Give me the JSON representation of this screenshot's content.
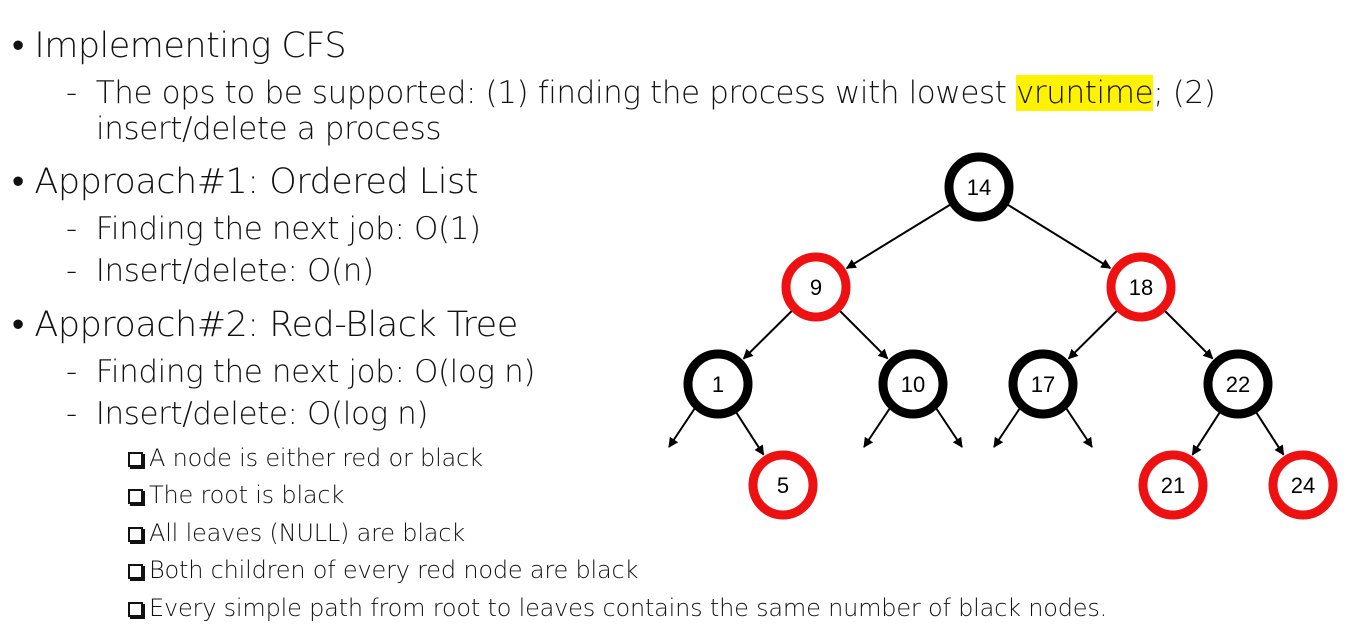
{
  "slide": {
    "b1": {
      "bullet": "•",
      "text": "Implementing CFS"
    },
    "b1s1": {
      "dash": "-",
      "pre": "The ops to be supported: (1) finding the process with lowest ",
      "hl": "vruntime",
      "post": "; (2)",
      "cont": "insert/delete a process"
    },
    "b2": {
      "bullet": "•",
      "text": "Approach#1: Ordered List"
    },
    "b2s1": {
      "dash": "-",
      "text": "Finding the next job: O(1)"
    },
    "b2s2": {
      "dash": "-",
      "text": "Insert/delete: O(n)"
    },
    "b3": {
      "bullet": "•",
      "text": "Approach#2: Red-Black Tree"
    },
    "b3s1": {
      "dash": "-",
      "text": "Finding the next job: O(log n)"
    },
    "b3s2": {
      "dash": "-",
      "text": "Insert/delete: O(log n)"
    },
    "rules": [
      "A node is either red or black",
      "The root is black",
      "All leaves (NULL) are black",
      "Both children of every red node are black",
      "Every simple path from root to leaves contains the same number of black nodes."
    ],
    "highlight_color": "#fff200"
  },
  "tree": {
    "colors": {
      "red": "#ee1111",
      "black": "#000000"
    },
    "nodes": [
      {
        "id": "n14",
        "label": "14",
        "color": "black"
      },
      {
        "id": "n9",
        "label": "9",
        "color": "red"
      },
      {
        "id": "n18",
        "label": "18",
        "color": "red"
      },
      {
        "id": "n1",
        "label": "1",
        "color": "black"
      },
      {
        "id": "n10",
        "label": "10",
        "color": "black"
      },
      {
        "id": "n17",
        "label": "17",
        "color": "black"
      },
      {
        "id": "n22",
        "label": "22",
        "color": "black"
      },
      {
        "id": "n5",
        "label": "5",
        "color": "red"
      },
      {
        "id": "n21",
        "label": "21",
        "color": "red"
      },
      {
        "id": "n24",
        "label": "24",
        "color": "red"
      }
    ],
    "edges": [
      [
        "n14",
        "n9"
      ],
      [
        "n14",
        "n18"
      ],
      [
        "n9",
        "n1"
      ],
      [
        "n9",
        "n10"
      ],
      [
        "n18",
        "n17"
      ],
      [
        "n18",
        "n22"
      ],
      [
        "n1",
        "n5"
      ],
      [
        "n22",
        "n21"
      ],
      [
        "n22",
        "n24"
      ]
    ],
    "null_leaves": [
      "n1",
      "n10",
      "n10",
      "n17",
      "n17"
    ]
  }
}
